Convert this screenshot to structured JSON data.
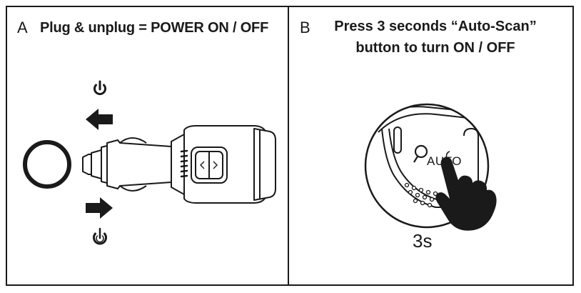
{
  "panel_a": {
    "letter": "A",
    "title": "Plug & unplug = POWER ON / OFF",
    "icons": [
      "power-off-icon",
      "power-on-icon",
      "arrow-left-icon",
      "arrow-right-icon"
    ]
  },
  "panel_b": {
    "letter": "B",
    "title_line1": "Press 3 seconds “Auto-Scan”",
    "title_line2": "button to turn ON / OFF",
    "button_label": "AUTO",
    "duration": "3s"
  },
  "colors": {
    "ink": "#1a1a1a",
    "paper": "#ffffff"
  }
}
